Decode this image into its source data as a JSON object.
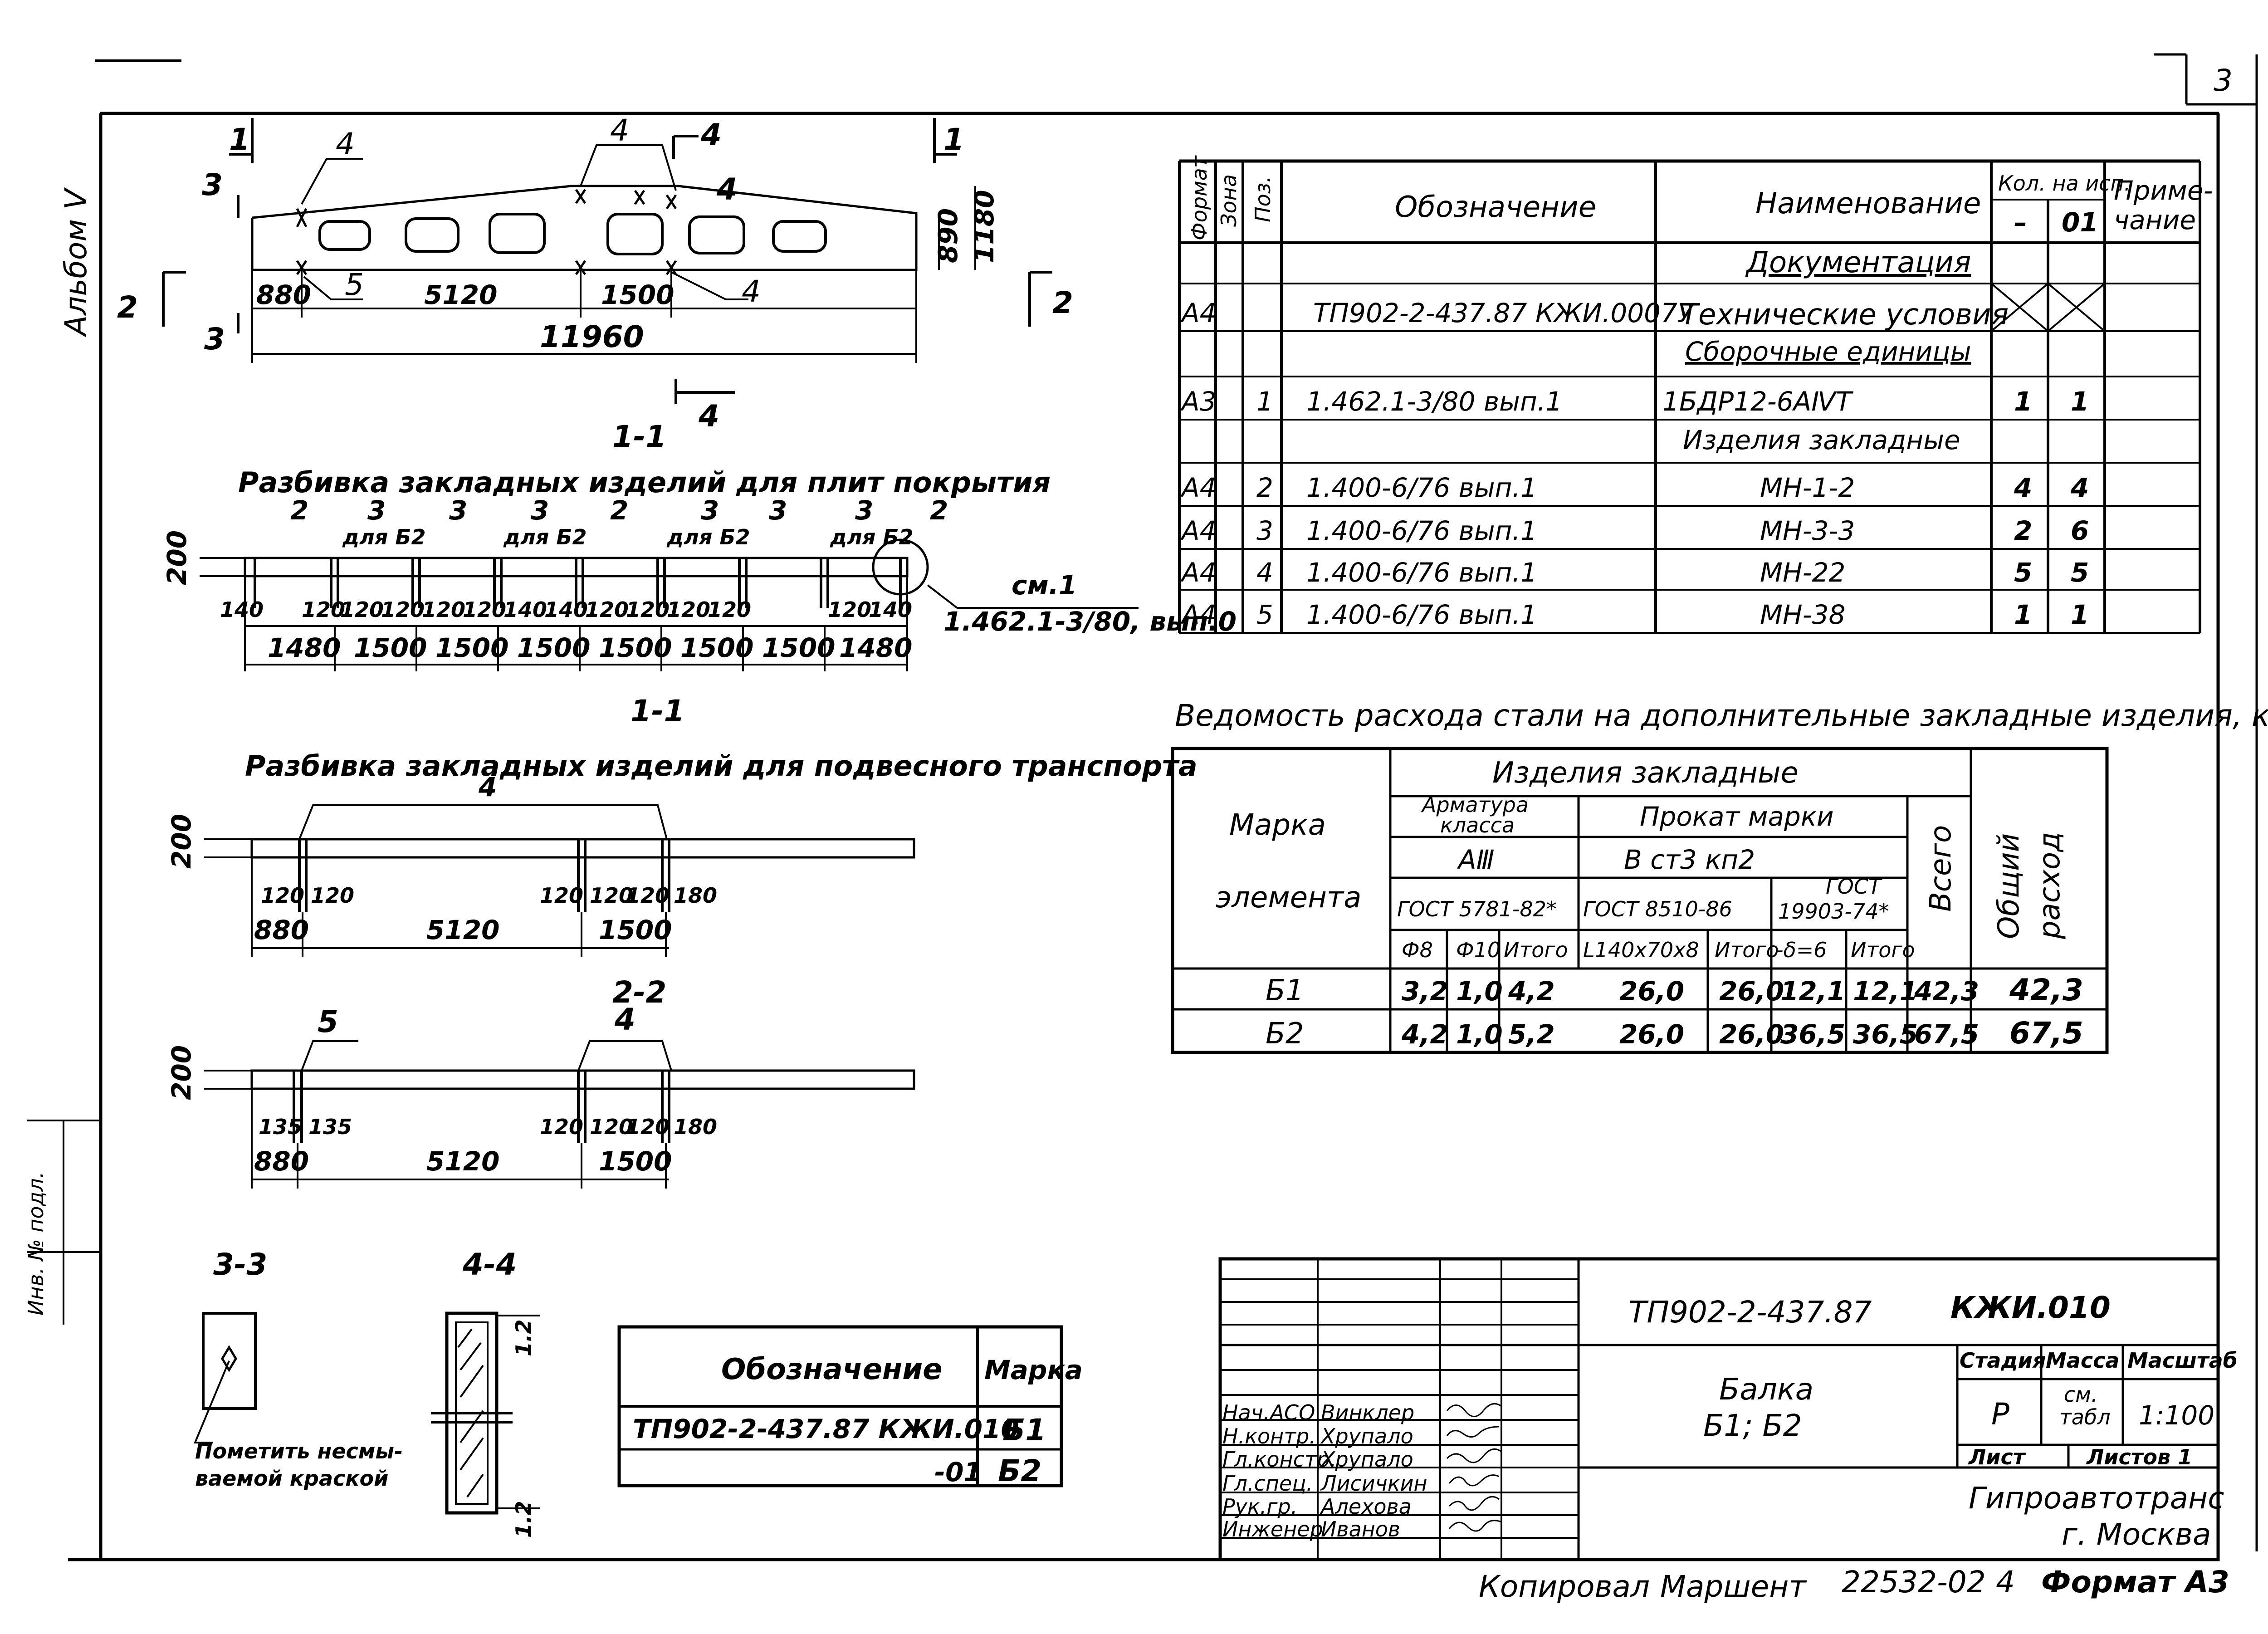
{
  "sheet_number": "3",
  "album_label": "Альбом V",
  "margin_text": "Инв. № подл.",
  "beam_elevation": {
    "section_marks": [
      "1",
      "1",
      "2",
      "2",
      "3",
      "3",
      "4",
      "4",
      "4"
    ],
    "callouts": [
      "4",
      "4",
      "5",
      "4",
      "4"
    ],
    "dims_bottom": [
      "880",
      "5120",
      "1500"
    ],
    "overall_length": "11960",
    "heights": [
      "890",
      "1180"
    ],
    "section_11_label": "1-1"
  },
  "roof_plates_layout": {
    "title": "Разбивка закладных изделий для плит покрытия",
    "top_marks": [
      "2",
      "3",
      "3",
      "3",
      "2",
      "3",
      "3",
      "3",
      "2"
    ],
    "notes": [
      "для Б2",
      "для Б2",
      "для Б2",
      "для Б2"
    ],
    "height": "200",
    "small_dims": [
      "140",
      "120",
      "120",
      "120",
      "120",
      "120",
      "140",
      "140",
      "120",
      "120",
      "120",
      "120",
      "120",
      "140"
    ],
    "spans": [
      "1480",
      "1500",
      "1500",
      "1500",
      "1500",
      "1500",
      "1500",
      "1480"
    ],
    "callout_ref": "см.1",
    "callout_doc": "1.462.1-3/80, вып.0"
  },
  "hoist_layout": {
    "section_label": "1-1",
    "title": "Разбивка закладных изделий для подвесного транспорта",
    "mark": "4",
    "height": "200",
    "small_dims": [
      "120",
      "120",
      "120",
      "120",
      "120",
      "180"
    ],
    "spans": [
      "880",
      "5120",
      "1500"
    ]
  },
  "section_22": {
    "label": "2-2",
    "marks": [
      "5",
      "4"
    ],
    "height": "200",
    "small_dims": [
      "135",
      "135",
      "120",
      "120",
      "120",
      "180"
    ],
    "spans": [
      "880",
      "5120",
      "1500"
    ]
  },
  "section_33": {
    "label": "3-3",
    "note_line1": "Пометить несмы-",
    "note_line2": "ваемой краской"
  },
  "section_44": {
    "label": "4-4",
    "dims": [
      "1-1.2",
      "1-1.2"
    ]
  },
  "marks_table": {
    "headers": [
      "Обозначение",
      "Марка"
    ],
    "rows": [
      [
        "ТП902-2-437.87 КЖИ.010",
        "Б1"
      ],
      [
        "-01",
        "Б2"
      ]
    ]
  },
  "spec_table": {
    "headers": [
      "Формат",
      "Зона",
      "Поз.",
      "Обозначение",
      "Наименование",
      "Кол. на исп.",
      "Приме-",
      "чание"
    ],
    "qty_cols": [
      "–",
      "01"
    ],
    "rows": [
      [
        "",
        "",
        "",
        "",
        "Документация",
        "",
        "",
        ""
      ],
      [
        "А4",
        "",
        "",
        "ТП902-2-437.87 КЖИ.0007У",
        "Технические условия",
        "",
        "",
        ""
      ],
      [
        "",
        "",
        "",
        "",
        "Сборочные единицы",
        "",
        "",
        ""
      ],
      [
        "А3",
        "",
        "1",
        "1.462.1-3/80 вып.1",
        "1БДР12-6АⅣТ",
        "1",
        "1",
        ""
      ],
      [
        "",
        "",
        "",
        "",
        "Изделия закладные",
        "",
        "",
        ""
      ],
      [
        "А4",
        "",
        "2",
        "1.400-6/76 вып.1",
        "МН-1-2",
        "4",
        "4",
        ""
      ],
      [
        "А4",
        "",
        "3",
        "1.400-6/76 вып.1",
        "МН-3-3",
        "2",
        "6",
        ""
      ],
      [
        "А4",
        "",
        "4",
        "1.400-6/76 вып.1",
        "МН-22",
        "5",
        "5",
        ""
      ],
      [
        "А4",
        "",
        "5",
        "1.400-6/76 вып.1",
        "МН-38",
        "1",
        "1",
        ""
      ]
    ]
  },
  "steel_table": {
    "title": "Ведомость расхода стали на дополнительные закладные изделия, кг",
    "col_mark_1": "Марка",
    "col_mark_2": "элемента",
    "group": "Изделия закладные",
    "rebar_1": "Арматура",
    "rebar_2": "класса",
    "rolled": "Прокат марки",
    "rebar_class": "АⅢ",
    "steel": "В ст3 кп2",
    "gost_rebar": "ГОСТ 5781-82*",
    "gost_angle": "ГОСТ 8510-86",
    "gost_sheet_1": "ГОСТ",
    "gost_sheet_2": "19903-74*",
    "sub_cols": [
      "Ф8",
      "Ф10",
      "Итого",
      "L140х70х8",
      "Итого",
      "-δ=6",
      "Итого"
    ],
    "total": "Всего",
    "grand_1": "Общий",
    "grand_2": "расход",
    "rows": [
      [
        "Б1",
        "3,2",
        "1,0",
        "4,2",
        "26,0",
        "26,0",
        "12,1",
        "12,1",
        "42,3",
        "42,3"
      ],
      [
        "Б2",
        "4,2",
        "1,0",
        "5,2",
        "26,0",
        "26,0",
        "36,5",
        "36,5",
        "67,5",
        "67,5"
      ]
    ]
  },
  "title_block": {
    "doc_code": "ТП902-2-437.87",
    "doc_suffix": "КЖИ.010",
    "title_line1": "Балка",
    "title_line2": "Б1;  Б2",
    "stage_hdr": "Стадия",
    "mass_hdr": "Масса",
    "scale_hdr": "Масштаб",
    "stage": "Р",
    "mass_1": "см.",
    "mass_2": "табл",
    "scale": "1:100",
    "sheet_hdr": "Лист",
    "sheets_hdr": "Листов 1",
    "org_1": "Гипроавтотранс",
    "org_2": "г. Москва",
    "staff": [
      [
        "Нач.АСО",
        "Винклер"
      ],
      [
        "Н.контр.",
        "Хрупало"
      ],
      [
        "Гл.констр.",
        "Хрупало"
      ],
      [
        "Гл.спец.",
        "Лисичкин"
      ],
      [
        "Рук.гр.",
        "Алехова"
      ],
      [
        "Инженер",
        "Иванов"
      ]
    ]
  },
  "footer": {
    "copied": "Копировал",
    "copier": "Маршент",
    "code": "22532-02",
    "num": "4",
    "format": "Формат А3"
  }
}
